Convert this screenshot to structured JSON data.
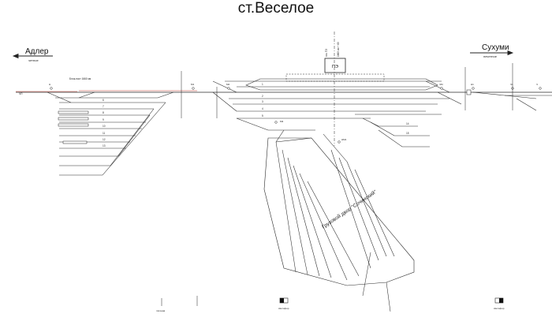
{
  "station": {
    "title": "ст.Веселое"
  },
  "direction_left": {
    "city": "Адлер",
    "note": "четное",
    "arrow": "arrow-left-icon"
  },
  "direction_right": {
    "city": "Сухуми",
    "note": "нечетное",
    "arrow": "arrow-right-icon"
  },
  "building": {
    "label": "ПЭ"
  },
  "freight_yard": {
    "label": "Грузовой двор \"Сочинский\""
  },
  "blockpost": {
    "label": "Блок-пост 1660 км"
  },
  "vertical_labels": [
    "ось ПЗ",
    "1669 км + 69"
  ],
  "track_labels": [
    "ЧП",
    "1",
    "2",
    "3",
    "4",
    "5",
    "6",
    "7",
    "8",
    "9",
    "10",
    "11",
    "12",
    "13",
    "14",
    "15"
  ],
  "signal_labels": [
    "Н",
    "Ч",
    "М1",
    "М2",
    "М3",
    "НМ1",
    "ЧМ",
    "Н1",
    "Ч1"
  ],
  "footer_marks": [
    "легенда",
    "светофор",
    "светофор"
  ],
  "colors": {
    "track": "#2a2a2a",
    "main_line": "#c0392b",
    "background": "#ffffff",
    "text": "#111111"
  }
}
